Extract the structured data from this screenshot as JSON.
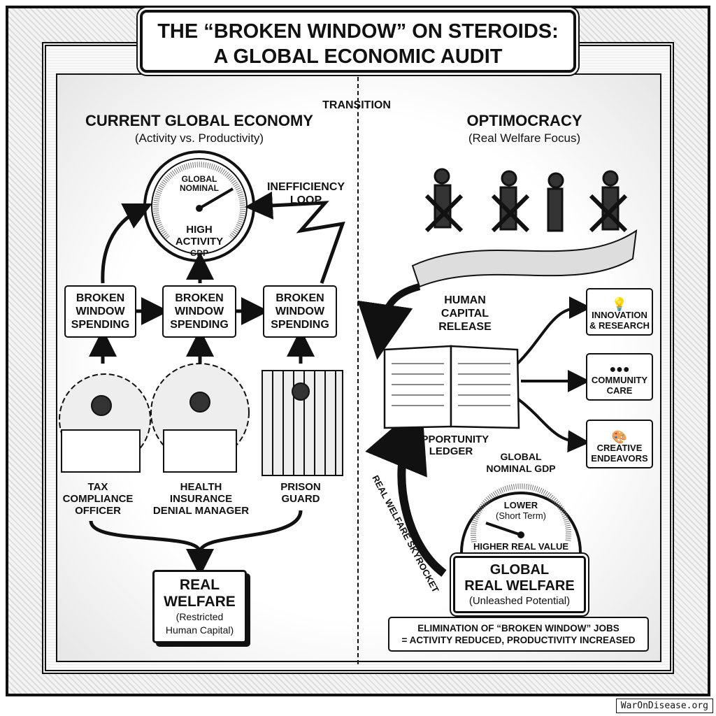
{
  "title": {
    "line1": "THE “BROKEN WINDOW” ON STEROIDS:",
    "line2": "A GLOBAL ECONOMIC AUDIT"
  },
  "transition": "TRANSITION",
  "left": {
    "heading": "CURRENT GLOBAL ECONOMY",
    "subheading": "(Activity vs. Productivity)",
    "gauge": {
      "top1": "GLOBAL",
      "top2": "NOMINAL",
      "bottom1": "HIGH",
      "bottom2": "ACTIVITY",
      "bottom3": "GDP"
    },
    "loop_label1": "INEFFICIENCY",
    "loop_label2": "LOOP",
    "spending": [
      {
        "l1": "BROKEN",
        "l2": "WINDOW",
        "l3": "SPENDING"
      },
      {
        "l1": "BROKEN",
        "l2": "WINDOW",
        "l3": "SPENDING"
      },
      {
        "l1": "BROKEN",
        "l2": "WINDOW",
        "l3": "SPENDING"
      }
    ],
    "workers": [
      {
        "l1": "TAX",
        "l2": "COMPLIANCE",
        "l3": "OFFICER"
      },
      {
        "l1": "HEALTH",
        "l2": "INSURANCE",
        "l3": "DENIAL MANAGER"
      },
      {
        "l1": "PRISON",
        "l2": "GUARD",
        "l3": ""
      }
    ],
    "welfare": {
      "l1": "REAL",
      "l2": "WELFARE",
      "l3": "(Restricted",
      "l4": "Human Capital)"
    }
  },
  "right": {
    "heading": "OPTIMOCRACY",
    "subheading": "(Real Welfare Focus)",
    "release1": "HUMAN",
    "release2": "CAPITAL",
    "release3": "RELEASE",
    "ledger1": "OPPORTUNITY",
    "ledger2": "LEDGER",
    "outcomes": [
      {
        "l1": "INNOVATION",
        "l2": "& RESEARCH",
        "icon": "lightbulb-icon"
      },
      {
        "l1": "COMMUNITY",
        "l2": "CARE",
        "icon": "people-icon"
      },
      {
        "l1": "CREATIVE",
        "l2": "ENDEAVORS",
        "icon": "palette-icon"
      }
    ],
    "skyrocket": "REAL WELFARE SKYROCKET",
    "gauge": {
      "arc1": "GLOBAL",
      "arc2": "NOMINAL GDP",
      "inner1": "LOWER",
      "inner2": "(Short Term)",
      "bottom": "HIGHER REAL VALUE"
    },
    "welfare": {
      "l1": "GLOBAL",
      "l2": "REAL WELFARE",
      "l3": "(Unleashed Potential)"
    },
    "conclusion": {
      "l1": "ELIMINATION OF “BROKEN WINDOW” JOBS",
      "l2": "= ACTIVITY REDUCED, PRODUCTIVITY INCREASED"
    }
  },
  "footer": "WarOnDisease.org"
}
